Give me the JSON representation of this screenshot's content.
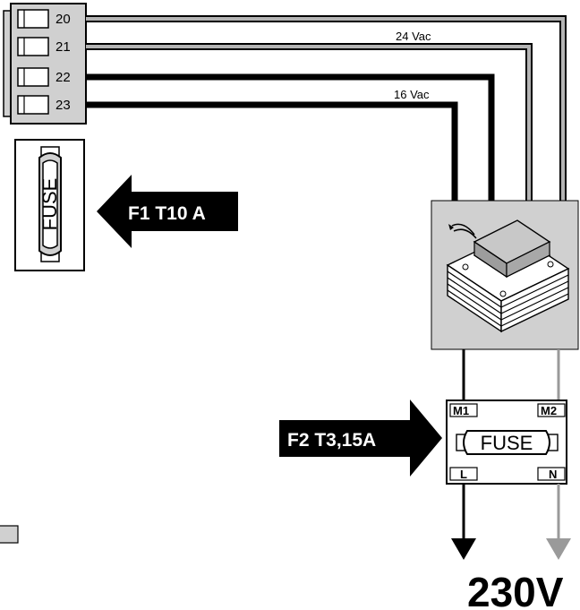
{
  "terminal_block": {
    "terminals": [
      "20",
      "21",
      "22",
      "23"
    ]
  },
  "voltages": {
    "upper": "24 Vac",
    "lower": "16 Vac"
  },
  "fuse1": {
    "body_text": "FUSE",
    "arrow_label": "F1 T10 A"
  },
  "fuse2": {
    "body_text": "FUSE",
    "arrow_label": "F2 T3,15A"
  },
  "fuse_block": {
    "top_left": "M1",
    "top_right": "M2",
    "bottom_left": "L",
    "bottom_right": "N"
  },
  "mains": {
    "label": "230V"
  },
  "colors": {
    "wire_dark": "#000000",
    "wire_light": "#9a9a9a",
    "panel_gray": "#d0d0d0",
    "arrow_fill": "#000000"
  },
  "icons": {
    "transformer": "transformer-icon",
    "arrow": "arrow-icon"
  }
}
